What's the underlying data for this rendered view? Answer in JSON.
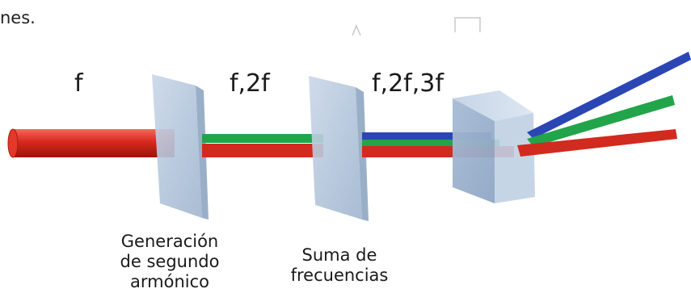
{
  "fragment_text": "nes.",
  "beam_labels": [
    "f",
    "f,2f",
    "f,2f,3f"
  ],
  "components": {
    "shg": {
      "lines": [
        "Generación",
        "de segundo",
        "armónico"
      ]
    },
    "sfg": {
      "lines": [
        "Suma de",
        "frecuencias"
      ]
    }
  },
  "colors": {
    "fundamental": "#d42a1e",
    "second_harmonic": "#1fa64a",
    "third_harmonic": "#2642b8",
    "crystal": "#a9bfd8",
    "prism": "#b2c4da"
  }
}
